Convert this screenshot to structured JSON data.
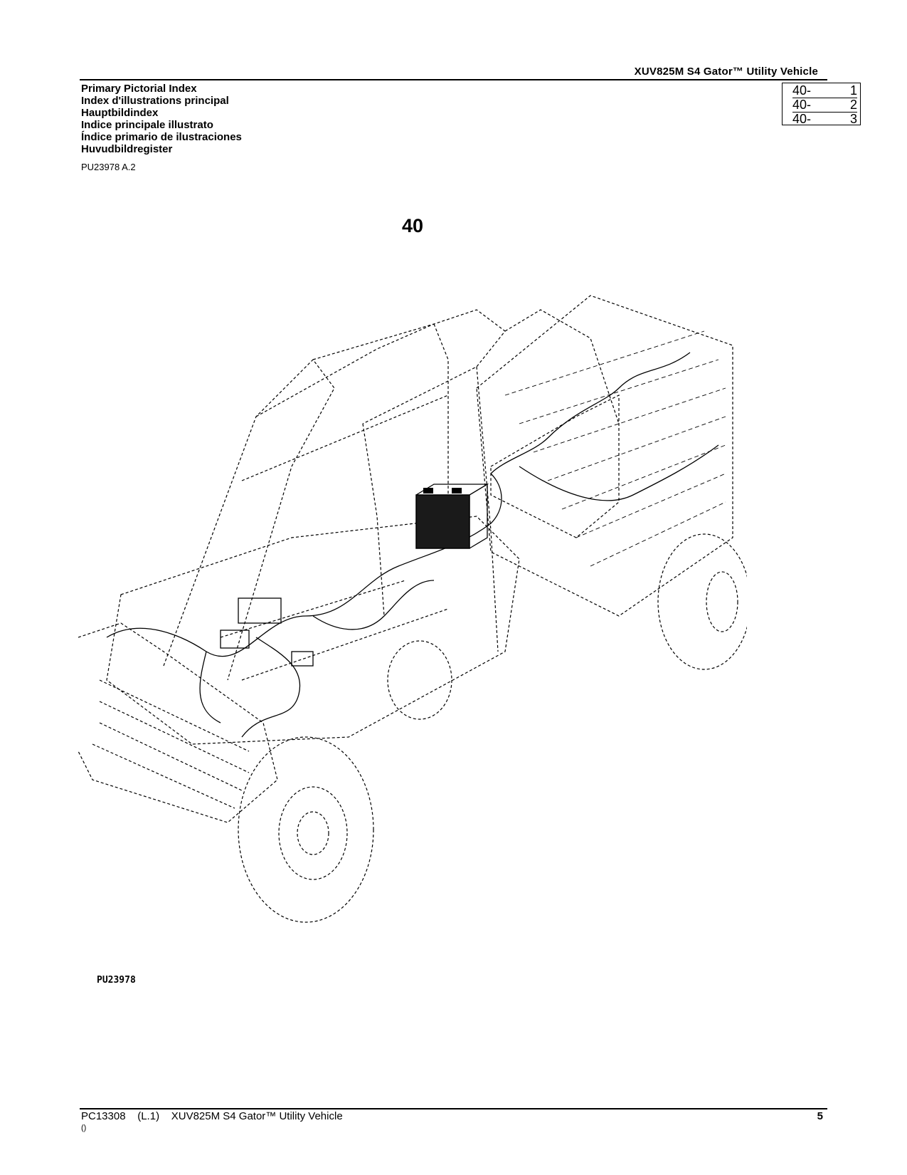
{
  "header": {
    "title": "XUV825M S4 Gator™ Utility Vehicle"
  },
  "index_titles": [
    "Primary Pictorial Index",
    "Index d'illustrations principal",
    "Hauptbildindex",
    "Indice principale illustrato",
    "Índice primario de ilustraciones",
    "Huvudbildregister"
  ],
  "doc_ref": "PU23978 A.2",
  "ref_box": [
    {
      "section": "40-",
      "page": "1"
    },
    {
      "section": "40-",
      "page": "2"
    },
    {
      "section": "40-",
      "page": "3"
    }
  ],
  "section_number": "40",
  "figure_id": "PU23978",
  "footer": {
    "left": "PC13308    (L.1)    XUV825M S4 Gator™ Utility Vehicle",
    "sub": "()",
    "page_number": "5"
  }
}
